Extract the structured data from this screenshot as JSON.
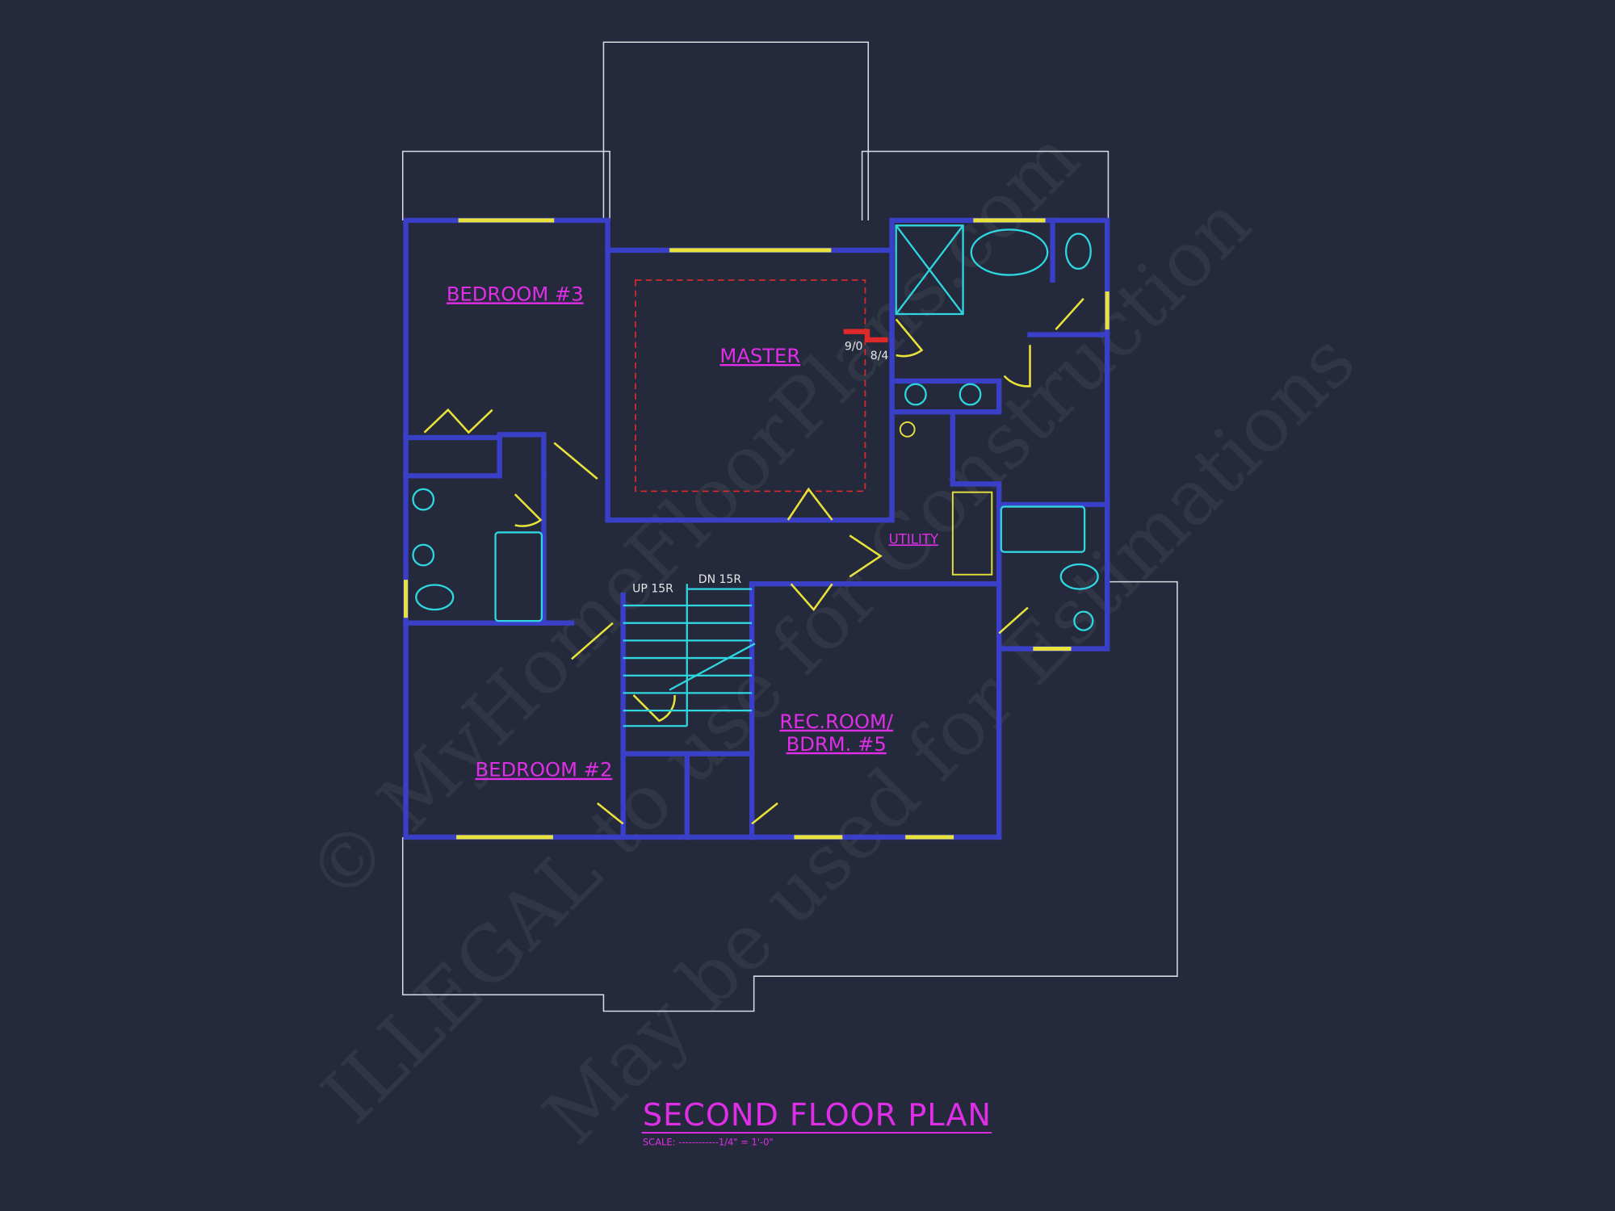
{
  "title": "SECOND FLOOR PLAN",
  "scale": "SCALE: ------------1/4\" = 1'-0\"",
  "rooms": {
    "bedroom3": "BEDROOM #3",
    "master": "MASTER",
    "utility": "UTILITY",
    "rec_room_line1": "REC.ROOM/",
    "rec_room_line2": "BDRM. #5",
    "bedroom2": "BEDROOM #2"
  },
  "annotations": {
    "ceiling_a": "9/0",
    "ceiling_b": "8/4",
    "stair_up": "UP 15R",
    "stair_down": "DN 15R"
  },
  "watermark": {
    "line1": "© MyHomeFloorPlans.com",
    "line2": "ILLEGAL to use for Construction",
    "line3": "May be used for Estimations"
  },
  "colors": {
    "background": "#242a3b",
    "walls": "#3a3fc8",
    "labels": "#e02ee8",
    "windows_doors": "#e8e23a",
    "fixtures": "#2fd6e0"
  }
}
